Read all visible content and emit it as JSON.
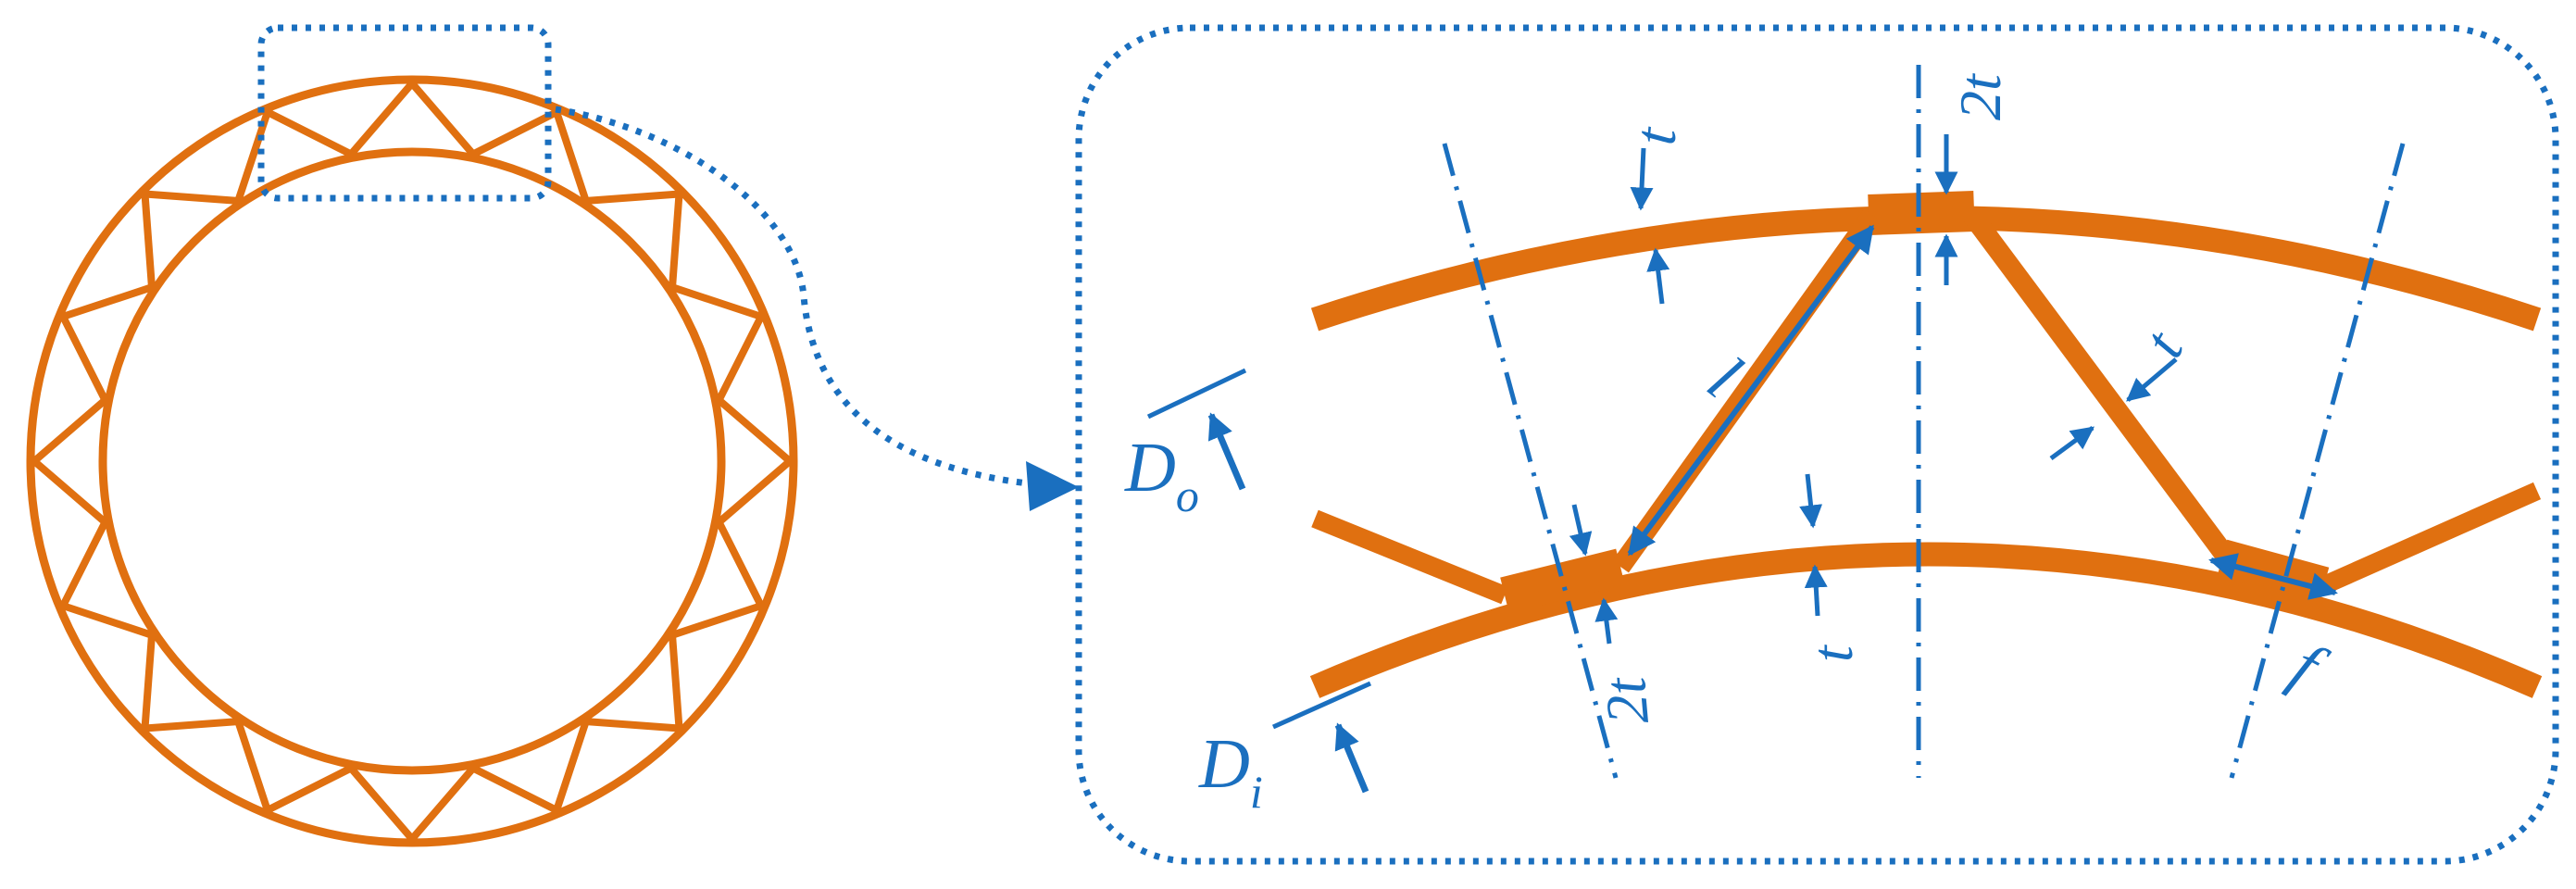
{
  "colors": {
    "structure": "#e07010",
    "annotation": "#1a6fbf",
    "background": "#ffffff"
  },
  "overview": {
    "unit_cell_count": 16
  },
  "detail": {
    "labels": {
      "outer_diameter_main": "D",
      "outer_diameter_sub": "o",
      "inner_diameter_main": "D",
      "inner_diameter_sub": "i",
      "strut_length": "l",
      "thickness_outer_ring": "t",
      "thickness_strut": "t",
      "thickness_inner_ring": "t",
      "thickness_top_joint": "2t",
      "thickness_bottom_joint": "2t",
      "joint_length": "f"
    }
  }
}
